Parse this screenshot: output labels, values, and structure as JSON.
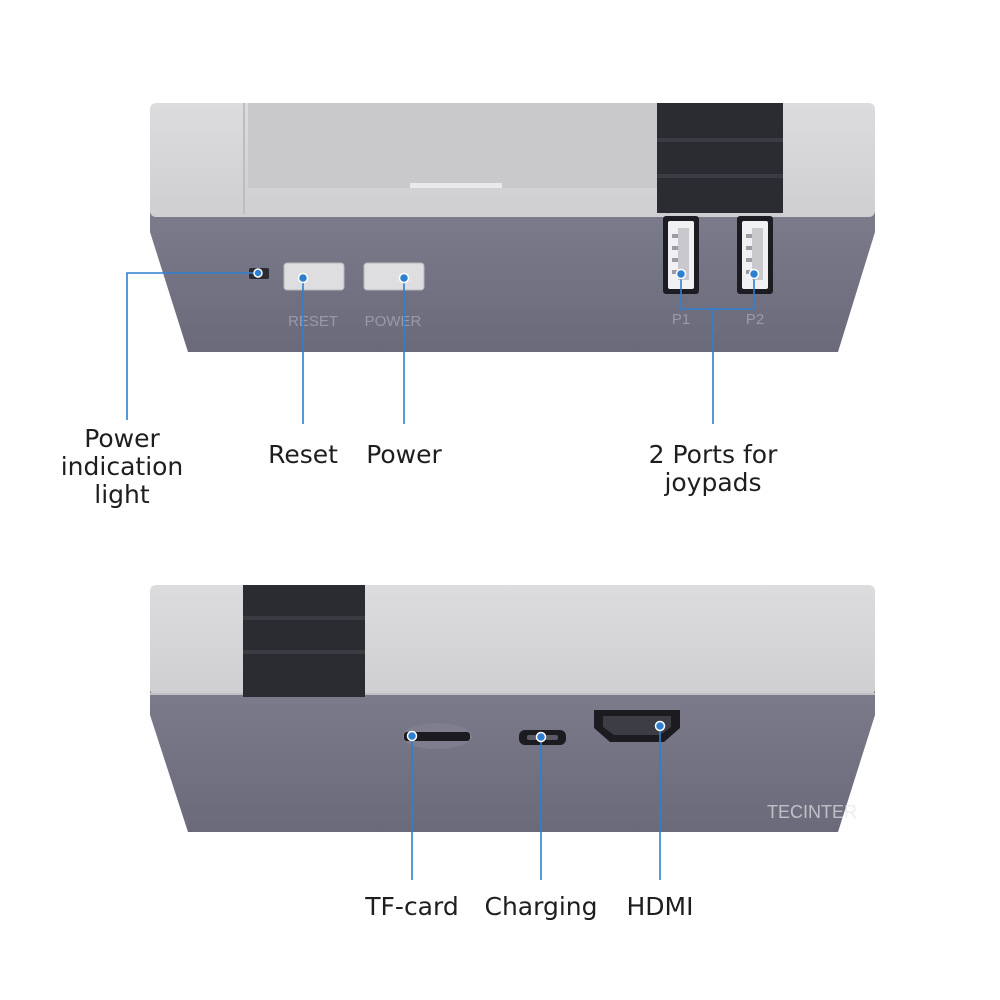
{
  "top_console": {
    "button_labels": {
      "reset": "RESET",
      "power": "POWER"
    },
    "port_labels": {
      "p1": "P1",
      "p2": "P2"
    }
  },
  "bottom_console": {
    "watermark": "TECINTER"
  },
  "callouts": {
    "power_light": "Power\nindication\nlight",
    "reset": "Reset",
    "power": "Power",
    "joypad_ports": "2 Ports for\njoypads",
    "tf_card": "TF-card",
    "charging": "Charging",
    "hdmi": "HDMI"
  },
  "colors": {
    "shell_grey": "#d7d7d9",
    "body_blue_grey": "#737383",
    "dark_rubber": "#2d2e34",
    "leader_line": "#2f7fd0",
    "indicator_red": "#c4202b"
  }
}
